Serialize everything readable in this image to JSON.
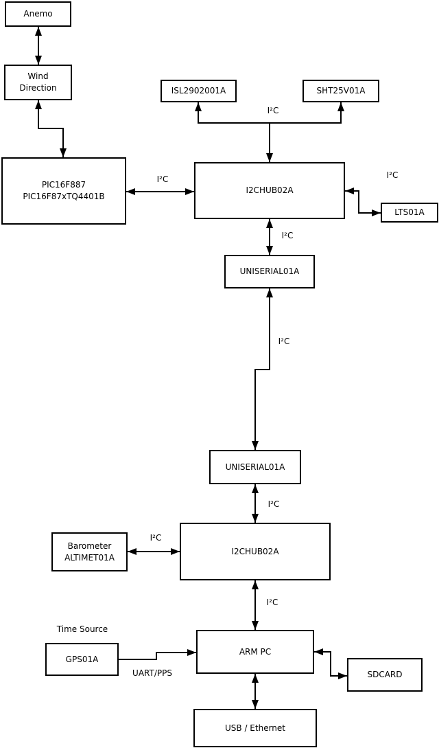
{
  "diagram": {
    "nodes": {
      "anemo": {
        "label": "Anemo"
      },
      "wind_direction": {
        "line1": "Wind",
        "line2": "Direction"
      },
      "pic": {
        "line1": "PIC16F887",
        "line2": "PIC16F87xTQ4401B"
      },
      "isl": {
        "label": "ISL2902001A"
      },
      "sht": {
        "label": "SHT25V01A"
      },
      "hub1": {
        "label": "I2CHUB02A"
      },
      "lts": {
        "label": "LTS01A"
      },
      "uniserial1": {
        "label": "UNISERIAL01A"
      },
      "uniserial2": {
        "label": "UNISERIAL01A"
      },
      "hub2": {
        "label": "I2CHUB02A"
      },
      "barometer": {
        "line1": "Barometer",
        "line2": "ALTIMET01A"
      },
      "arm_pc": {
        "label": "ARM PC"
      },
      "gps": {
        "label": "GPS01A"
      },
      "sdcard": {
        "label": "SDCARD"
      },
      "usb_ethernet": {
        "label": "USB / Ethernet"
      }
    },
    "labels": {
      "i2c_top": "I²C",
      "i2c_pic_hub1": "I²C",
      "i2c_hub1_lts": "I²C",
      "i2c_hub1_uniserial1": "I²C",
      "i2c_uniserial_link": "I²C",
      "i2c_uniserial2_hub2": "I²C",
      "i2c_barometer_hub2": "I²C",
      "i2c_hub2_armpc": "I²C",
      "uart_pps": "UART/PPS",
      "time_source": "Time Source"
    },
    "colors": {
      "background": "#ffffff",
      "box_fill": "#ffffff",
      "stroke": "#000000",
      "text": "#000000"
    }
  }
}
